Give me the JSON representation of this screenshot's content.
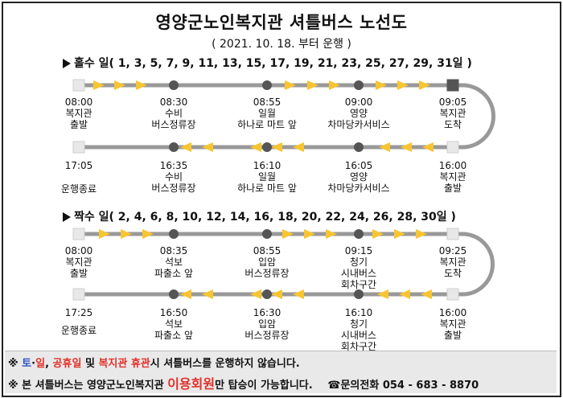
{
  "title": "영양군노인복지관 셔틀버스 노선도",
  "subtitle": "( 2021. 10. 18. 부터 운행 )",
  "colors": {
    "line": "#999999",
    "arrow": "#f7c531",
    "stop": "#555555",
    "end_terminal": "#555555",
    "terminal": "#e8e8e8",
    "red": "#e0312a",
    "blue": "#2a55c5"
  },
  "odd": {
    "heading": "홀수 일( 1, 3, 5, 7, 9, 11, 13, 15, 17, 19, 21, 23, 25, 27, 29, 31일 )",
    "out": [
      {
        "time": "08:00",
        "name": "복지관\n출발"
      },
      {
        "time": "08:30",
        "name": "수비\n버스정류장"
      },
      {
        "time": "08:55",
        "name": "일월\n하나로 마트 앞"
      },
      {
        "time": "09:00",
        "name": "영양\n차마당카서비스"
      },
      {
        "time": "09:05",
        "name": "복지관\n도착"
      }
    ],
    "back": [
      {
        "time": "17:05",
        "name": "운행종료"
      },
      {
        "time": "16:35",
        "name": "수비\n버스정류장"
      },
      {
        "time": "16:10",
        "name": "일월\n하나로 마트 앞"
      },
      {
        "time": "16:05",
        "name": "영양\n차마당카서비스"
      },
      {
        "time": "16:00",
        "name": "복지관\n출발"
      }
    ]
  },
  "even": {
    "heading": "짝수 일( 2, 4, 6, 8, 10, 12, 14, 16, 18, 20, 22, 24, 26, 28, 30일 )",
    "out": [
      {
        "time": "08:00",
        "name": "복지관\n출발"
      },
      {
        "time": "08:35",
        "name": "석보\n파출소 앞"
      },
      {
        "time": "08:55",
        "name": "입암\n버스정류장"
      },
      {
        "time": "09:15",
        "name": "청기\n시내버스\n회차구간"
      },
      {
        "time": "09:25",
        "name": "복지관\n도착"
      }
    ],
    "back": [
      {
        "time": "17:25",
        "name": "운행종료"
      },
      {
        "time": "16:50",
        "name": "석보\n파출소 앞"
      },
      {
        "time": "16:30",
        "name": "입암\n버스정류장"
      },
      {
        "time": "16:10",
        "name": "청기\n시내버스\n회차구간"
      },
      {
        "time": "16:00",
        "name": "복지관\n출발"
      }
    ]
  },
  "footer": {
    "line1": {
      "prefix": "※ ",
      "sat": "토",
      "dot": "·",
      "sun": "일",
      "comma": ", ",
      "holiday": "공휴일",
      "and": " 및 ",
      "closure": "복지관 휴관",
      "rest": "시 셔틀버스를 운행하지 않습니다."
    },
    "line2": {
      "prefix": "※ 본 셔틀버스는 영양군노인복지관 ",
      "member": "이용회원",
      "rest": "만 탑승이 가능합니다.",
      "phone_icon": "phone-icon",
      "phone_label": "문의전화 054 - 683 - 8870"
    }
  }
}
